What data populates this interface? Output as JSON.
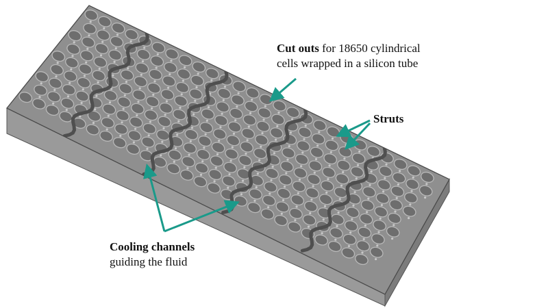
{
  "annotations": {
    "cutouts": {
      "bold": "Cut outs",
      "line1_rest": " for 18650 cylindrical",
      "line2": "cells wrapped in a silicon tube"
    },
    "struts": {
      "bold": "Struts"
    },
    "cooling": {
      "bold": "Cooling channels",
      "line2": "guiding the fluid"
    }
  },
  "colors": {
    "top_face": "#8f8f8f",
    "front_face": "#9a9a9a",
    "side_face": "#7c7c7c",
    "hole_fill": "#6e6e6e",
    "hole_rim": "#b9b9b9",
    "channel": "#4f4f4f",
    "arrow": "#1a9a8a"
  }
}
